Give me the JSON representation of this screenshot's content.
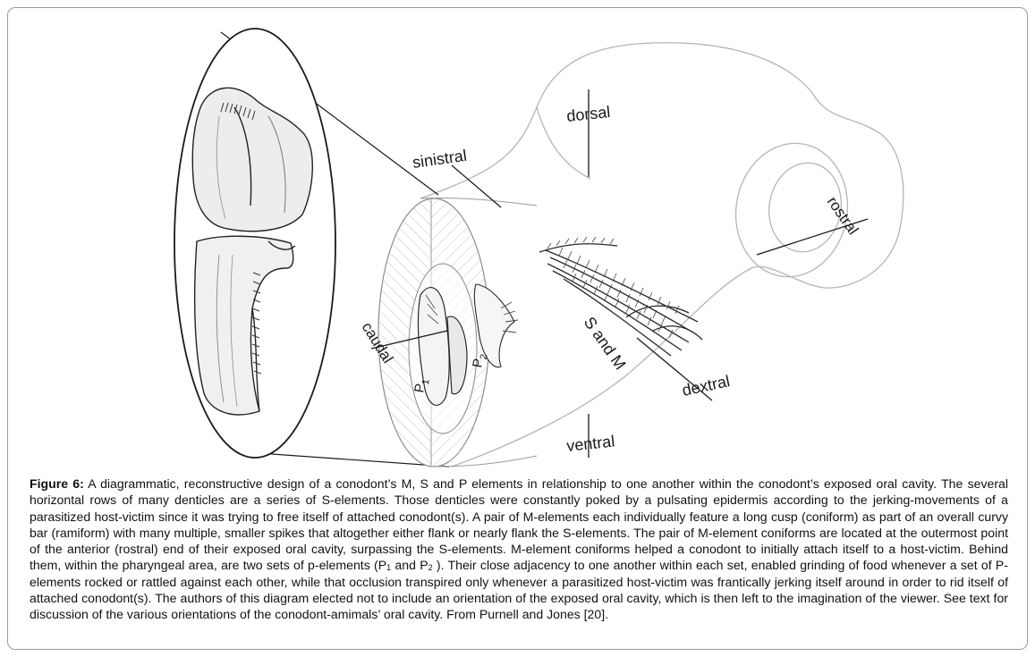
{
  "figure": {
    "labels": {
      "dorsal": "dorsal",
      "sinistral": "sinistral",
      "rostral": "rostral",
      "caudal": "caudal",
      "s_and_m": "S and M",
      "dextral": "dextral",
      "ventral": "ventral",
      "p1_letter": "P",
      "p1_sub": "1",
      "p2_letter": "P",
      "p2_sub": "2"
    }
  },
  "caption": {
    "label": "Figure 6:",
    "part1": " A diagrammatic, reconstructive design of a conodont’s M, S and P elements in relationship to one another within the conodont’s exposed oral cavity. The several horizontal rows of many denticles are a series of S-elements. Those denticles were constantly poked by a pulsating epidermis according to the jerking-movements of a parasitized host-victim since it was trying to free itself of attached conodont(s). A pair of M-elements each individually feature a long cusp (coniform) as part of an overall curvy bar (ramiform) with many multiple, smaller spikes that altogether either flank or nearly flank the S-elements. The pair of  M-element coniforms are located at the outermost point of the anterior (rostral) end of their exposed oral cavity, surpassing the S-elements. M-element coniforms helped a conodont to initially attach itself to a host-victim. Behind them, within the pharyngeal area, are two sets of p-elements (P",
    "sub1": "1",
    "part2": " and P",
    "sub2": "2",
    "part3": " ). Their close adjacency to one another within each set, enabled grinding of food whenever a set of P-elements rocked or rattled against each other, while that occlusion transpired only whenever a parasitized host-victim was frantically jerking itself around in order to rid itself of attached conodont(s). The authors of this diagram elected not to include an orientation of the exposed oral cavity, which is then left to the imagination of the viewer. See text for discussion of the various orientations of the conodont-amimals’ oral cavity. From Purnell and Jones [20]."
  }
}
